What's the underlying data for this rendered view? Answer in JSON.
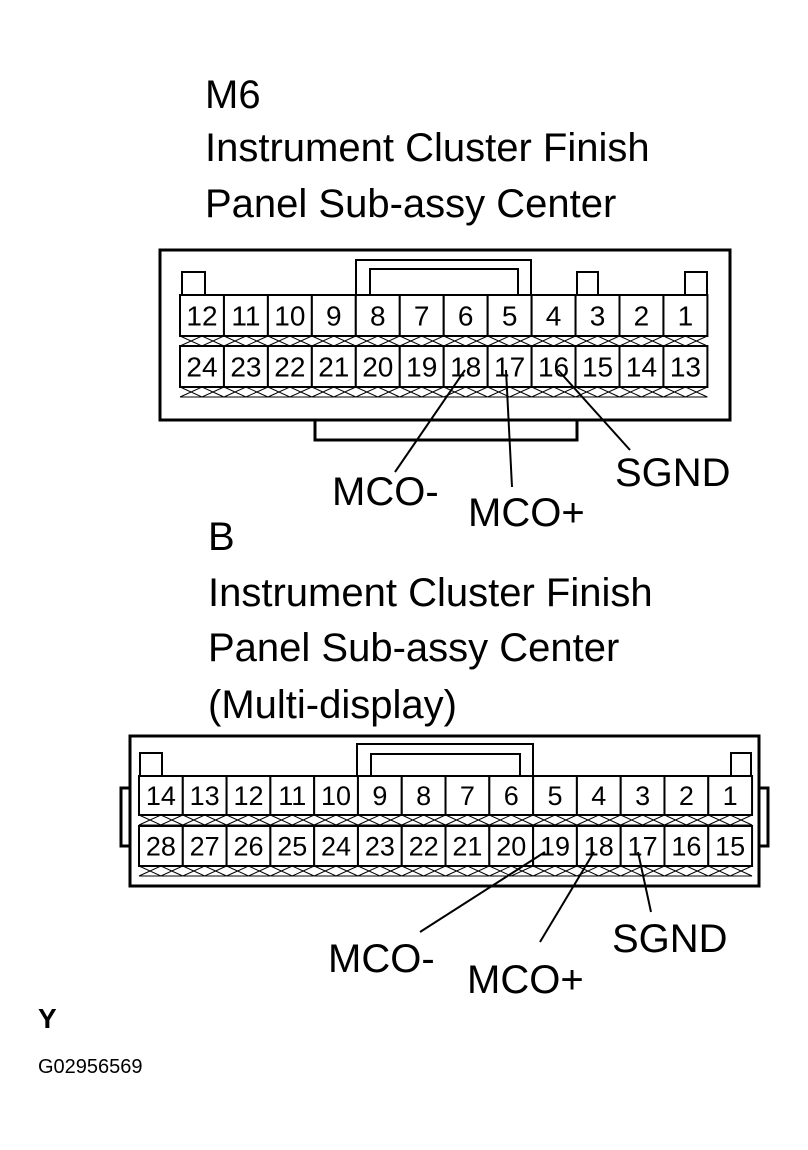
{
  "connector1": {
    "code": "M6",
    "name_line1": "Instrument Cluster Finish",
    "name_line2": "Panel Sub-assy Center",
    "top_row": [
      "12",
      "11",
      "10",
      "9",
      "8",
      "7",
      "6",
      "5",
      "4",
      "3",
      "2",
      "1"
    ],
    "bottom_row": [
      "24",
      "23",
      "22",
      "21",
      "20",
      "19",
      "18",
      "17",
      "16",
      "15",
      "14",
      "13"
    ],
    "callouts": [
      {
        "label": "MCO-",
        "pin": "18"
      },
      {
        "label": "MCO+",
        "pin": "17"
      },
      {
        "label": "SGND",
        "pin": "16"
      }
    ]
  },
  "connector2": {
    "code": "B",
    "name_line1": "Instrument Cluster Finish",
    "name_line2": "Panel Sub-assy Center",
    "name_line3": "(Multi-display)",
    "top_row": [
      "14",
      "13",
      "12",
      "11",
      "10",
      "9",
      "8",
      "7",
      "6",
      "5",
      "4",
      "3",
      "2",
      "1"
    ],
    "bottom_row": [
      "28",
      "27",
      "26",
      "25",
      "24",
      "23",
      "22",
      "21",
      "20",
      "19",
      "18",
      "17",
      "16",
      "15"
    ],
    "callouts": [
      {
        "label": "MCO-",
        "pin": "19"
      },
      {
        "label": "MCO+",
        "pin": "18"
      },
      {
        "label": "SGND",
        "pin": "17"
      }
    ]
  },
  "footer": {
    "view_letter": "Y",
    "figure_id": "G02956569"
  }
}
